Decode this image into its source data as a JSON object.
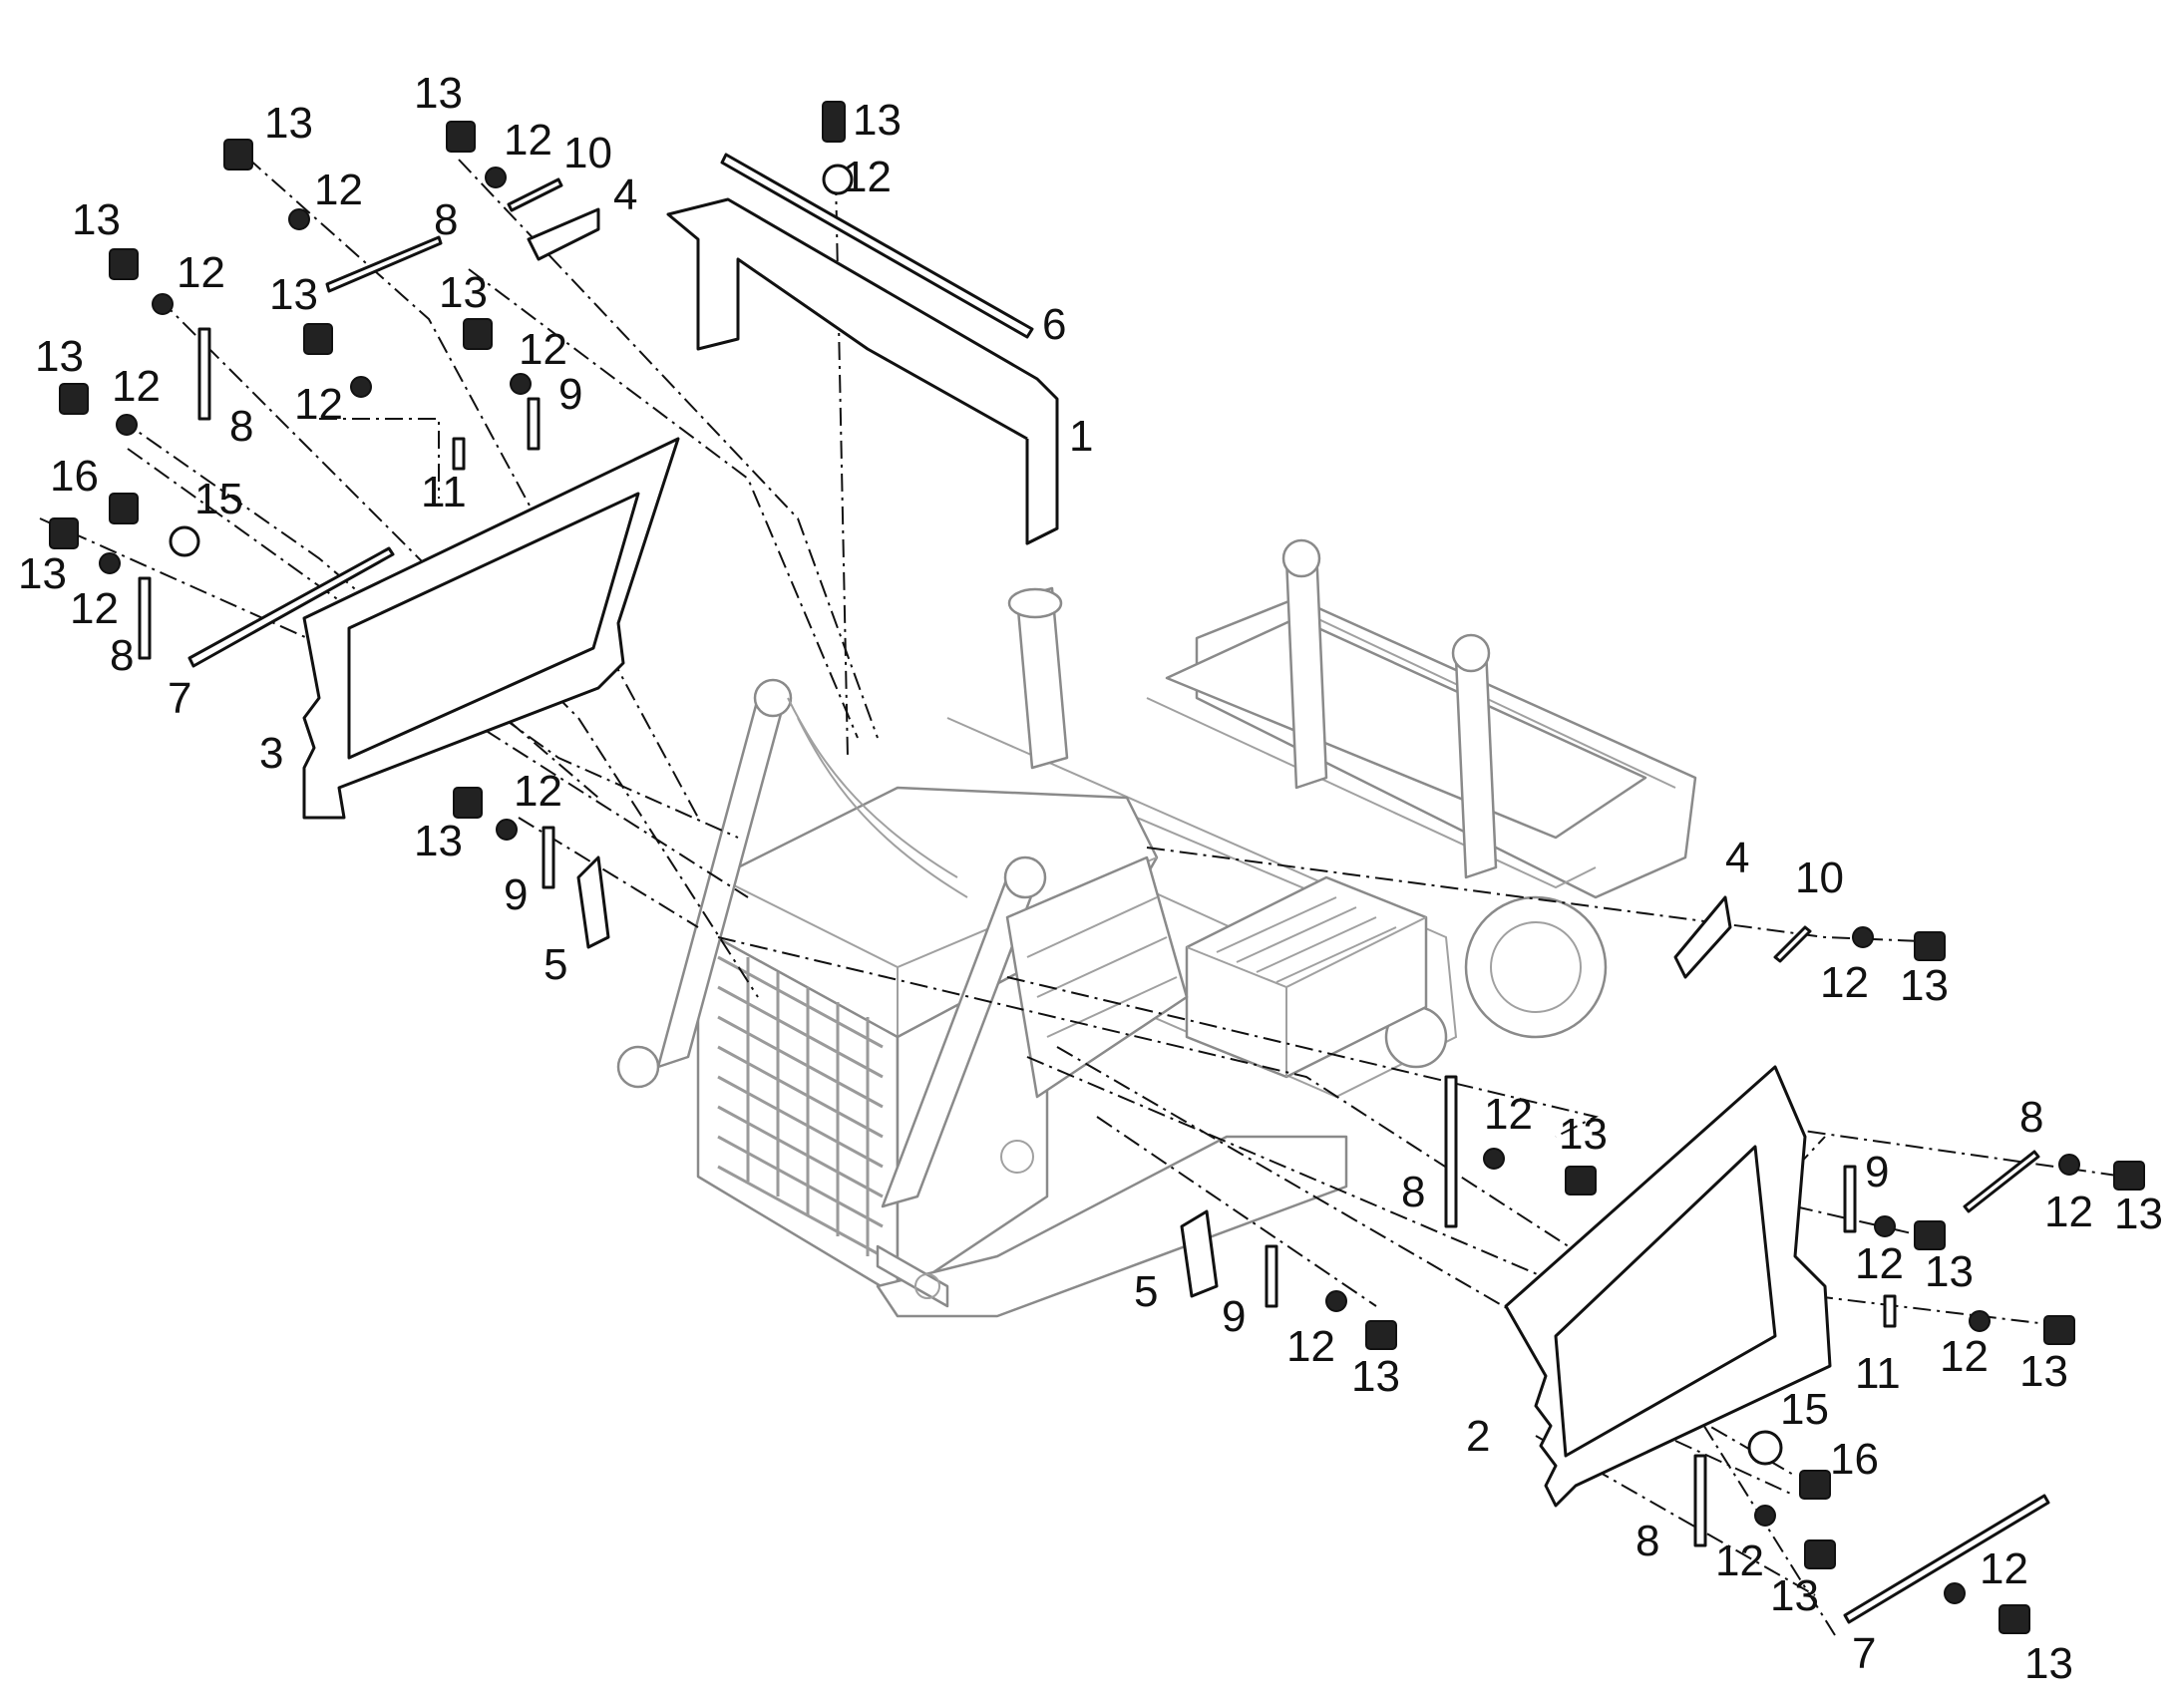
{
  "callouts": [
    {
      "id": "c1",
      "text": "1"
    },
    {
      "id": "c2",
      "text": "2"
    },
    {
      "id": "c3",
      "text": "3"
    },
    {
      "id": "c4a",
      "text": "4"
    },
    {
      "id": "c4b",
      "text": "4"
    },
    {
      "id": "c5a",
      "text": "5"
    },
    {
      "id": "c5b",
      "text": "5"
    },
    {
      "id": "c6",
      "text": "6"
    },
    {
      "id": "c7a",
      "text": "7"
    },
    {
      "id": "c7b",
      "text": "7"
    },
    {
      "id": "c8a",
      "text": "8"
    },
    {
      "id": "c8b",
      "text": "8"
    },
    {
      "id": "c8c",
      "text": "8"
    },
    {
      "id": "c8d",
      "text": "8"
    },
    {
      "id": "c8e",
      "text": "8"
    },
    {
      "id": "c8f",
      "text": "8"
    },
    {
      "id": "c9a",
      "text": "9"
    },
    {
      "id": "c9b",
      "text": "9"
    },
    {
      "id": "c9c",
      "text": "9"
    },
    {
      "id": "c9d",
      "text": "9"
    },
    {
      "id": "c10a",
      "text": "10"
    },
    {
      "id": "c10b",
      "text": "10"
    },
    {
      "id": "c11a",
      "text": "11"
    },
    {
      "id": "c11b",
      "text": "11"
    },
    {
      "id": "c12a",
      "text": "12"
    },
    {
      "id": "c12b",
      "text": "12"
    },
    {
      "id": "c12c",
      "text": "12"
    },
    {
      "id": "c12d",
      "text": "12"
    },
    {
      "id": "c12e",
      "text": "12"
    },
    {
      "id": "c12f",
      "text": "12"
    },
    {
      "id": "c12g",
      "text": "12"
    },
    {
      "id": "c12h",
      "text": "12"
    },
    {
      "id": "c12i",
      "text": "12"
    },
    {
      "id": "c12j",
      "text": "12"
    },
    {
      "id": "c12k",
      "text": "12"
    },
    {
      "id": "c12l",
      "text": "12"
    },
    {
      "id": "c12m",
      "text": "12"
    },
    {
      "id": "c12n",
      "text": "12"
    },
    {
      "id": "c12o",
      "text": "12"
    },
    {
      "id": "c12p",
      "text": "12"
    },
    {
      "id": "c12q",
      "text": "12"
    },
    {
      "id": "c13a",
      "text": "13"
    },
    {
      "id": "c13b",
      "text": "13"
    },
    {
      "id": "c13c",
      "text": "13"
    },
    {
      "id": "c13d",
      "text": "13"
    },
    {
      "id": "c13e",
      "text": "13"
    },
    {
      "id": "c13f",
      "text": "13"
    },
    {
      "id": "c13g",
      "text": "13"
    },
    {
      "id": "c13h",
      "text": "13"
    },
    {
      "id": "c13i",
      "text": "13"
    },
    {
      "id": "c13j",
      "text": "13"
    },
    {
      "id": "c13k",
      "text": "13"
    },
    {
      "id": "c13l",
      "text": "13"
    },
    {
      "id": "c13m",
      "text": "13"
    },
    {
      "id": "c13n",
      "text": "13"
    },
    {
      "id": "c13o",
      "text": "13"
    },
    {
      "id": "c13p",
      "text": "13"
    },
    {
      "id": "c13q",
      "text": "13"
    },
    {
      "id": "c15a",
      "text": "15"
    },
    {
      "id": "c15b",
      "text": "15"
    },
    {
      "id": "c16a",
      "text": "16"
    },
    {
      "id": "c16b",
      "text": "16"
    }
  ]
}
